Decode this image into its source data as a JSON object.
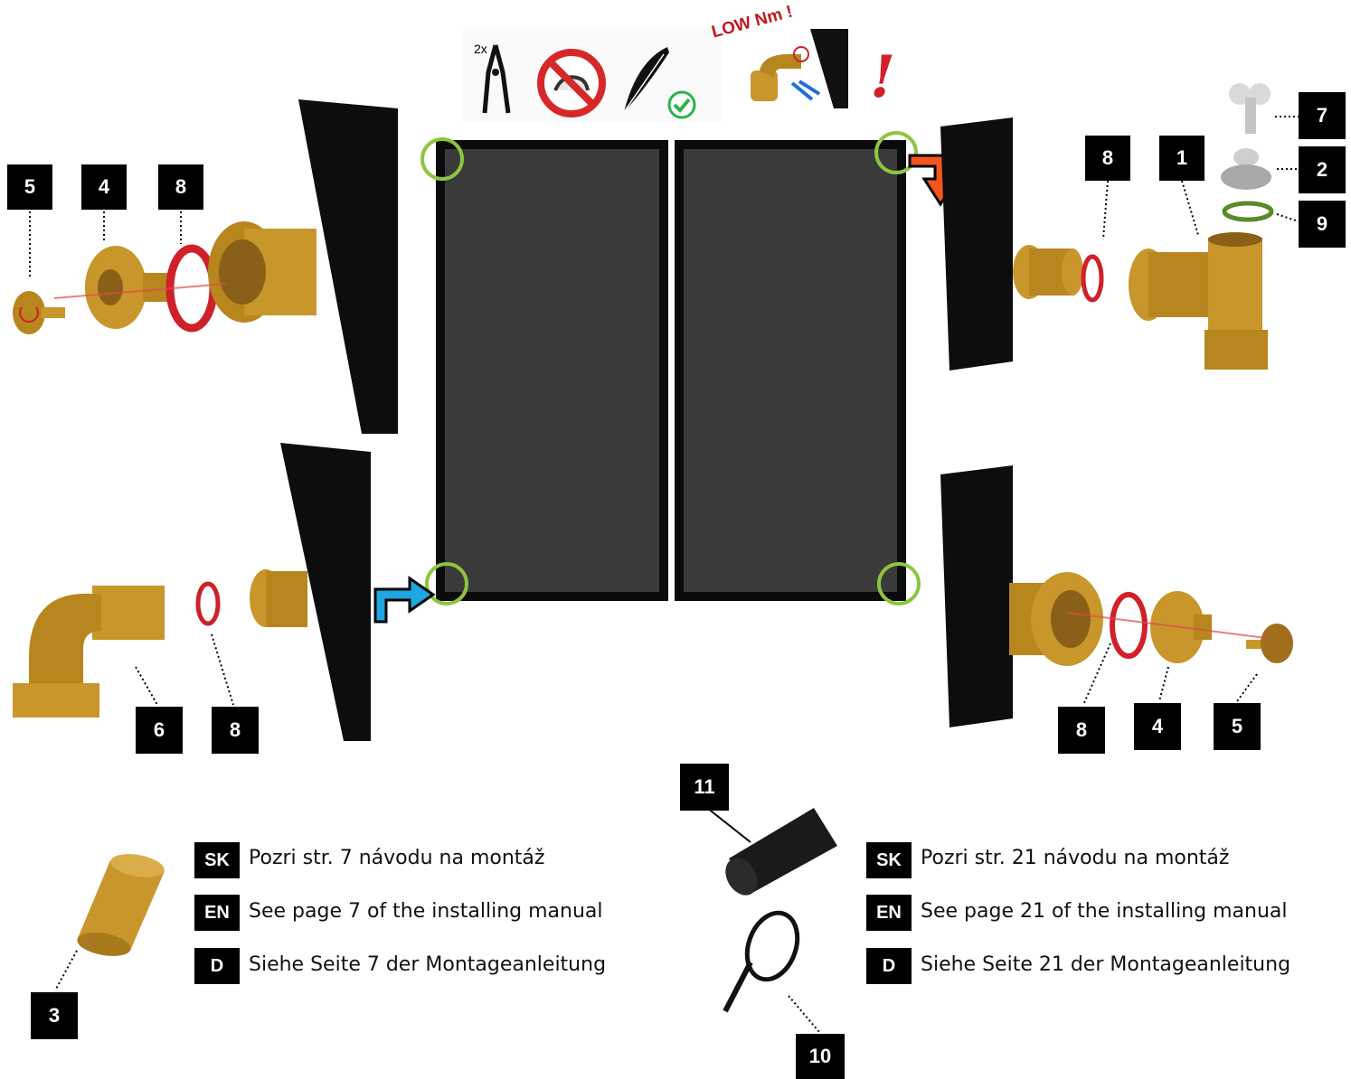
{
  "colors": {
    "panel": "#0b0b0b",
    "glass": "#3a3a3a",
    "mark_ring": "#8cc63f",
    "arrow_inlet": "#1ea7e1",
    "arrow_outlet": "#f2561d",
    "brass": "#c9962c",
    "oring": "#d0202a",
    "badge": "#000000"
  },
  "top_icons": {
    "pliers_count": "2x",
    "torque_note": "LOW Nm !",
    "warning": "!",
    "icons": [
      "pliers-icon",
      "no-force-icon",
      "feather-icon",
      "check-icon",
      "elbow-wrench-icon",
      "exclamation-icon"
    ]
  },
  "part_labels": {
    "tl_5": "5",
    "tl_4": "4",
    "tl_8": "8",
    "tr_8": "8",
    "tr_1": "1",
    "tr_7": "7",
    "tr_2": "2",
    "tr_9": "9",
    "bl_6": "6",
    "bl_8": "8",
    "br_8": "8",
    "br_4": "4",
    "br_5": "5",
    "sleeve_3": "3",
    "insulation_11": "11",
    "tie_10": "10"
  },
  "notes_left": [
    {
      "lang": "SK",
      "text": "Pozri str. 7 návodu na montáž"
    },
    {
      "lang": "EN",
      "text": "See page 7 of the installing manual"
    },
    {
      "lang": "D",
      "text": "Siehe Seite 7 der Montageanleitung"
    }
  ],
  "notes_right": [
    {
      "lang": "SK",
      "text": "Pozri str. 21 návodu na montáž"
    },
    {
      "lang": "EN",
      "text": "See page 21 of the installing manual"
    },
    {
      "lang": "D",
      "text": "Siehe Seite 21 der Montageanleitung"
    }
  ]
}
